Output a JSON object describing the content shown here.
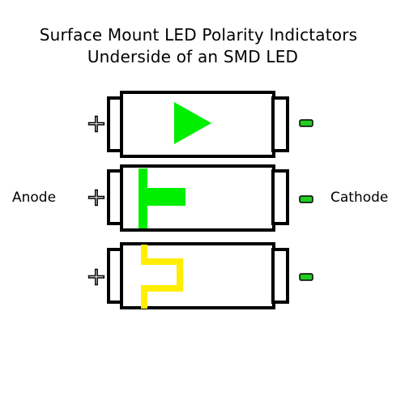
{
  "title_line1": "Surface Mount LED Polarity Indictators",
  "title_line2": "Underside of an SMD LED",
  "anode_label": "Anode",
  "cathode_label": "Cathode",
  "plus_symbol": "+",
  "minus_symbol": "-",
  "colors": {
    "marking_green": "#00ee00",
    "marking_yellow": "#ffee00",
    "pad_minus": "#22cc22",
    "outline": "#000000"
  },
  "leds": [
    {
      "marking": "triangle",
      "marking_color": "green"
    },
    {
      "marking": "tee",
      "marking_color": "green"
    },
    {
      "marking": "step-line",
      "marking_color": "yellow"
    }
  ]
}
